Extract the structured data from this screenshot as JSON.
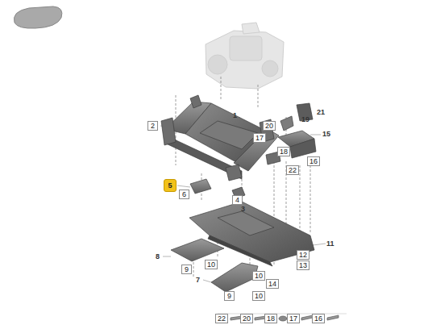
{
  "diagram": {
    "labels": [
      "19",
      "20",
      "21",
      "1",
      "2",
      "17",
      "15",
      "18",
      "16",
      "22",
      "5",
      "6",
      "4",
      "3",
      "11",
      "8",
      "9",
      "10",
      "12",
      "13",
      "14",
      "10",
      "7",
      "9",
      "10",
      "22",
      "20",
      "18",
      "17",
      "16"
    ]
  }
}
